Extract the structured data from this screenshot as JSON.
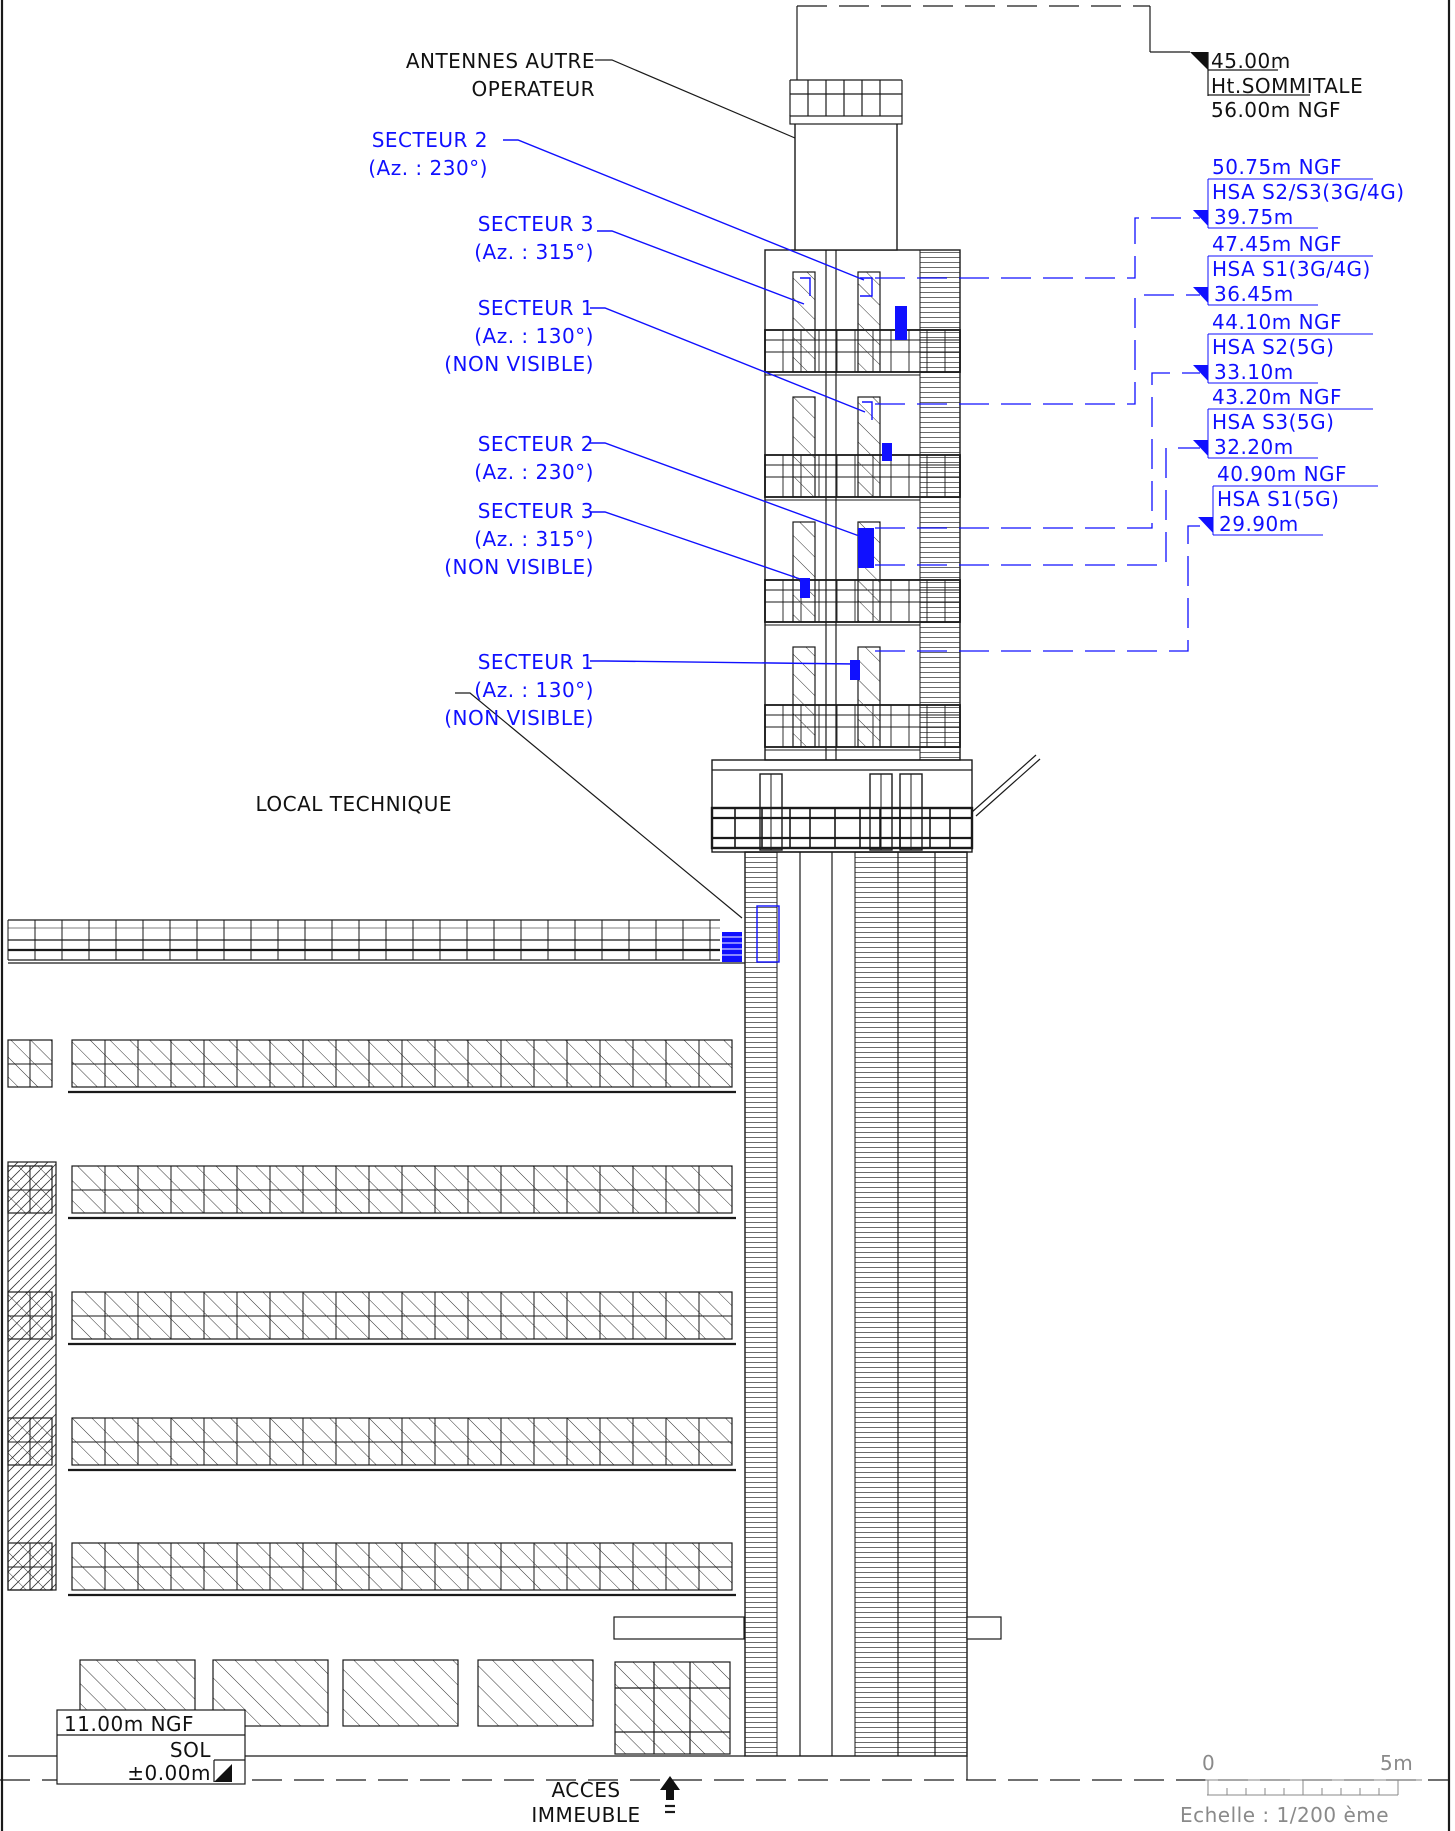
{
  "colors": {
    "ink": "#1a1a1a",
    "antenna_blue": "#1010ff",
    "scale_grey": "#8a8a8a"
  },
  "callouts": {
    "other_operator": [
      "ANTENNES AUTRE",
      "OPERATEUR"
    ],
    "technical_room": "LOCAL TECHNIQUE",
    "upper_sector_2": [
      "SECTEUR 2",
      "(Az. : 230°)"
    ],
    "upper_sector_3": [
      "SECTEUR 3",
      "(Az. : 315°)"
    ],
    "upper_sector_1": [
      "SECTEUR 1",
      "(Az. : 130°)",
      "(NON VISIBLE)"
    ],
    "lower_sector_2": [
      "SECTEUR 2",
      "(Az. : 230°)"
    ],
    "lower_sector_3": [
      "SECTEUR 3",
      "(Az. : 315°)",
      "(NON VISIBLE)"
    ],
    "lower_sector_1": [
      "SECTEUR 1",
      "(Az. : 130°)",
      "(NON VISIBLE)"
    ]
  },
  "levels": {
    "summit": {
      "height": "45.00m",
      "label": "Ht.SOMMITALE",
      "ngf": "56.00m  NGF"
    },
    "hsa": [
      {
        "ngf": "50.75m  NGF",
        "label": "HSA  S2/S3(3G/4G)",
        "height": "39.75m"
      },
      {
        "ngf": "47.45m  NGF",
        "label": "HSA  S1(3G/4G)",
        "height": "36.45m"
      },
      {
        "ngf": "44.10m  NGF",
        "label": "HSA  S2(5G)",
        "height": "33.10m"
      },
      {
        "ngf": "43.20m  NGF",
        "label": "HSA  S3(5G)",
        "height": "32.20m"
      },
      {
        "ngf": "40.90m  NGF",
        "label": "HSA  S1(5G)",
        "height": "29.90m"
      }
    ],
    "ground": {
      "ngf": "11.00m  NGF",
      "label": "SOL",
      "height": "±0.00m"
    }
  },
  "access": [
    "ACCES",
    "IMMEUBLE"
  ],
  "scale": {
    "zero": "0",
    "five": "5m",
    "label": "Echelle : 1/200 ème"
  }
}
